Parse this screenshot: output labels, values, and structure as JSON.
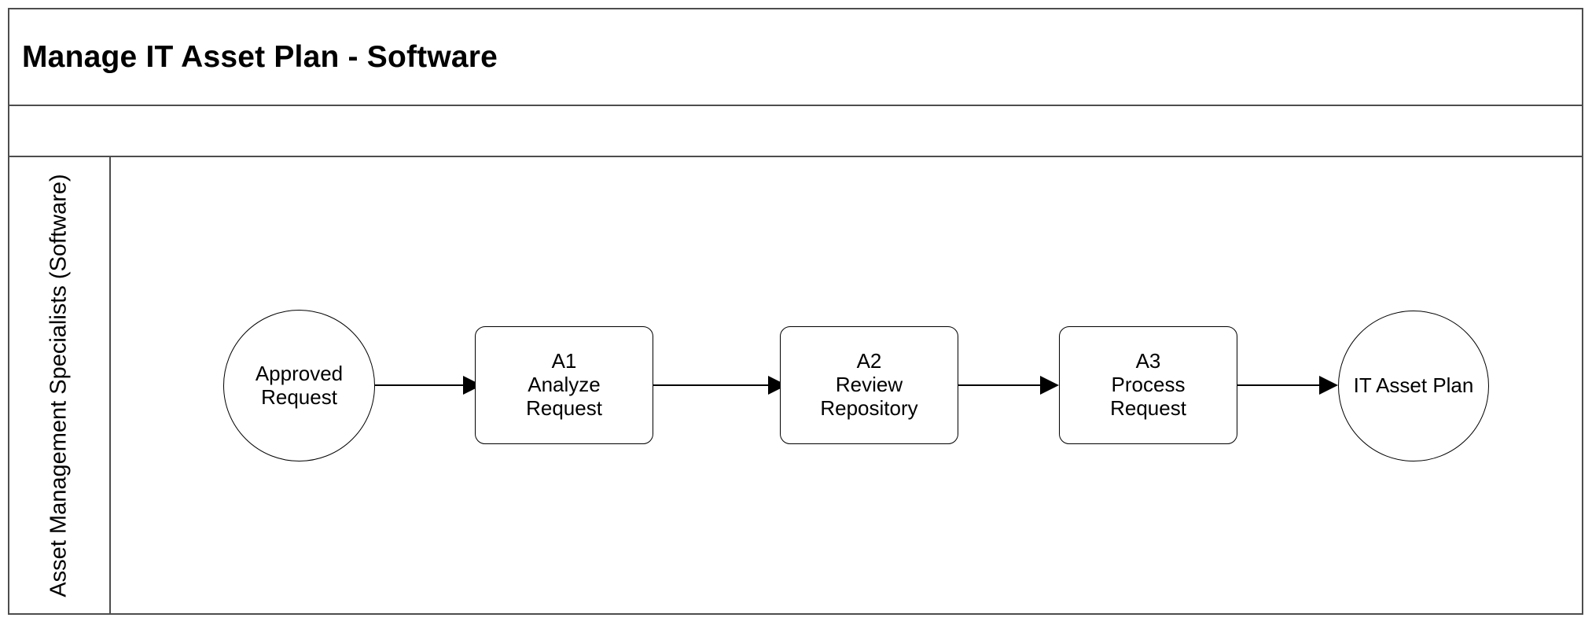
{
  "diagram": {
    "title": "Manage IT Asset Plan - Software",
    "phase_band_label": "",
    "lane": {
      "name": "Asset Management Specialists (Software)"
    },
    "nodes": [
      {
        "id": "start-event",
        "type": "start-event",
        "label": "Approved\nRequest",
        "line1": "Approved",
        "line2": "Request"
      },
      {
        "id": "task-a1",
        "type": "task",
        "code": "A1",
        "name": "Analyze Request",
        "line1": "A1",
        "line2": "Analyze",
        "line3": "Request"
      },
      {
        "id": "task-a2",
        "type": "task",
        "code": "A2",
        "name": "Review Repository",
        "line1": "A2",
        "line2": "Review",
        "line3": "Repository"
      },
      {
        "id": "task-a3",
        "type": "task",
        "code": "A3",
        "name": "Process Request",
        "line1": "A3",
        "line2": "Process",
        "line3": "Request"
      },
      {
        "id": "end-event",
        "type": "end-event",
        "label": "IT Asset Plan",
        "line1": "IT Asset Plan"
      }
    ],
    "connectors": [
      {
        "id": "flow-1",
        "from": "start-event",
        "to": "task-a1"
      },
      {
        "id": "flow-2",
        "from": "task-a1",
        "to": "task-a2"
      },
      {
        "id": "flow-3",
        "from": "task-a2",
        "to": "task-a3"
      },
      {
        "id": "flow-4",
        "from": "task-a3",
        "to": "end-event"
      }
    ],
    "colors": {
      "frame_border": "#4d4d4d",
      "node_border": "#000000",
      "node_fill": "#ffffff",
      "text": "#000000",
      "background": "#ffffff"
    }
  }
}
